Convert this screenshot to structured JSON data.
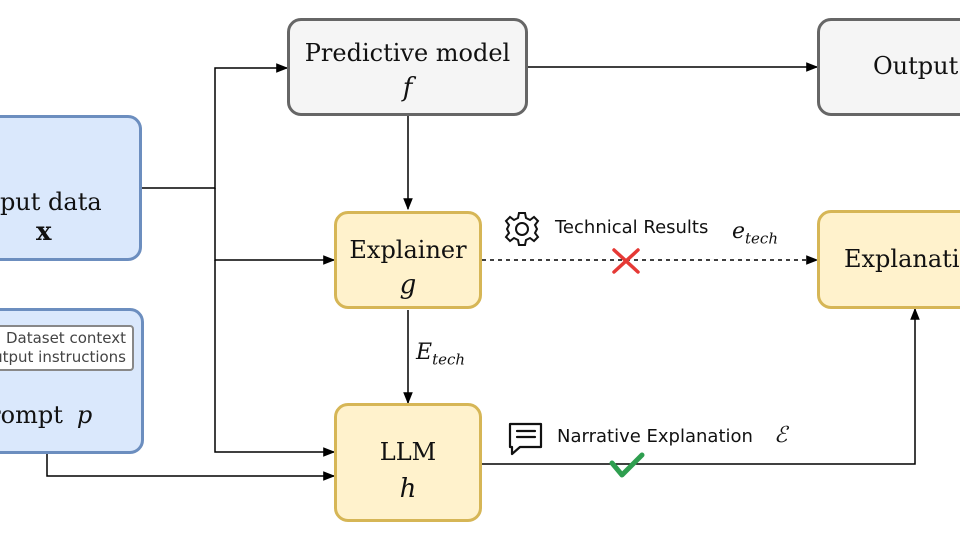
{
  "nodes": {
    "predictive_model": {
      "title": "Predictive model",
      "symbol": "f"
    },
    "output": {
      "title": "Output"
    },
    "input_data": {
      "title": "Input data",
      "symbol": "x"
    },
    "explainer": {
      "title": "Explainer",
      "symbol": "g"
    },
    "explanation": {
      "title": "Explanation"
    },
    "prompt": {
      "title": "Prompt",
      "symbol": "p",
      "context_lines": [
        "Dataset context",
        "Output instructions"
      ]
    },
    "llm": {
      "title": "LLM",
      "symbol": "h"
    }
  },
  "edges": {
    "technical_results": {
      "label": "Technical Results",
      "symbol": "e",
      "subscript": "tech",
      "status": "rejected"
    },
    "e_tech": {
      "symbol": "E",
      "subscript": "tech"
    },
    "narrative": {
      "label": "Narrative Explanation",
      "symbol": "ℰ",
      "status": "accepted"
    }
  },
  "icons": [
    "table-icon",
    "share-icon",
    "image-file-icon",
    "gear-icon",
    "chat-icon",
    "cross-icon",
    "check-icon"
  ],
  "colors": {
    "gray_fill": "#f5f5f5",
    "gray_stroke": "#666666",
    "yellow_fill": "#fff2cc",
    "yellow_stroke": "#d6b656",
    "blue_fill": "#dae8fc",
    "blue_stroke": "#6c8ebf",
    "reject": "#e53935",
    "accept": "#2e9e4f"
  }
}
